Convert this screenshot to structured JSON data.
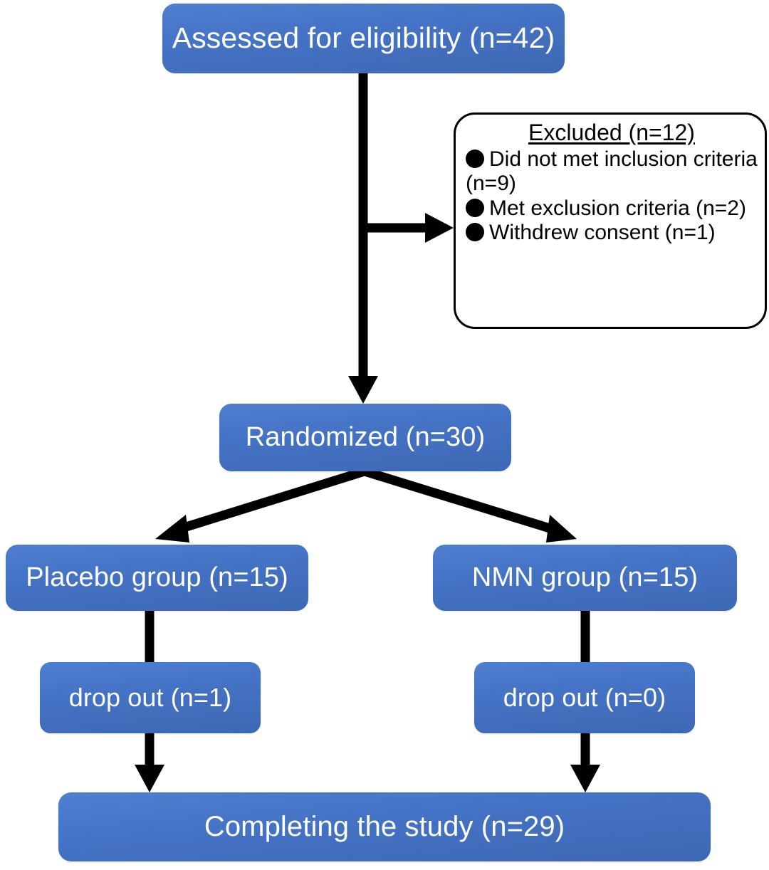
{
  "diagram": {
    "type": "consort-flow-diagram",
    "colors": {
      "node_fill": "#4472c4",
      "node_text": "#ffffff",
      "connector": "#000000",
      "excluded_box_fill": "#ffffff",
      "excluded_box_border": "#000000"
    },
    "nodes": {
      "assessed": "Assessed for eligibility (n=42)",
      "randomized": "Randomized (n=30)",
      "placebo": "Placebo group (n=15)",
      "nmn": "NMN group (n=15)",
      "dropout_placebo": "drop out (n=1)",
      "dropout_nmn": "drop out (n=0)",
      "completing": "Completing the study (n=29)"
    },
    "excluded": {
      "title": "Excluded (n=12)",
      "items": [
        "Did not met inclusion criteria (n=9)",
        "Met exclusion criteria (n=2)",
        "Withdrew consent (n=1)"
      ]
    },
    "counts": {
      "assessed": 42,
      "excluded_total": 12,
      "excluded_no_inclusion": 9,
      "excluded_met_exclusion": 2,
      "excluded_withdrew": 1,
      "randomized": 30,
      "placebo": 15,
      "nmn": 15,
      "dropout_placebo": 1,
      "dropout_nmn": 0,
      "completing": 29
    }
  }
}
